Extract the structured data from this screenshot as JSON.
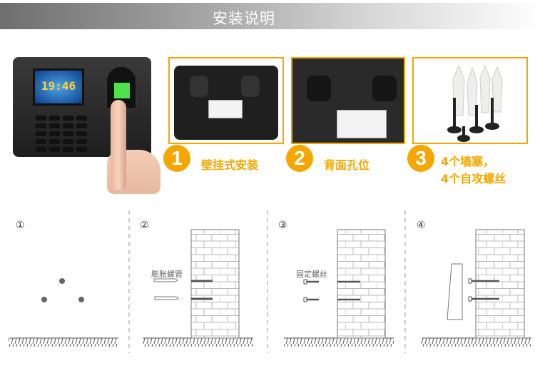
{
  "header": {
    "title": "安装说明"
  },
  "device": {
    "clock": "19:46"
  },
  "steps_top": [
    {
      "num": "1",
      "label": "壁挂式安装"
    },
    {
      "num": "2",
      "label": "背面孔位"
    },
    {
      "num": "3",
      "label_line1": "4个墙塞，",
      "label_line2": "4个自攻螺丝"
    }
  ],
  "diagram": {
    "steps": [
      "①",
      "②",
      "③",
      "④"
    ],
    "label_anchor": "膨胀螺管",
    "label_screw": "固定螺丝"
  },
  "colors": {
    "accent": "#f5a700"
  }
}
